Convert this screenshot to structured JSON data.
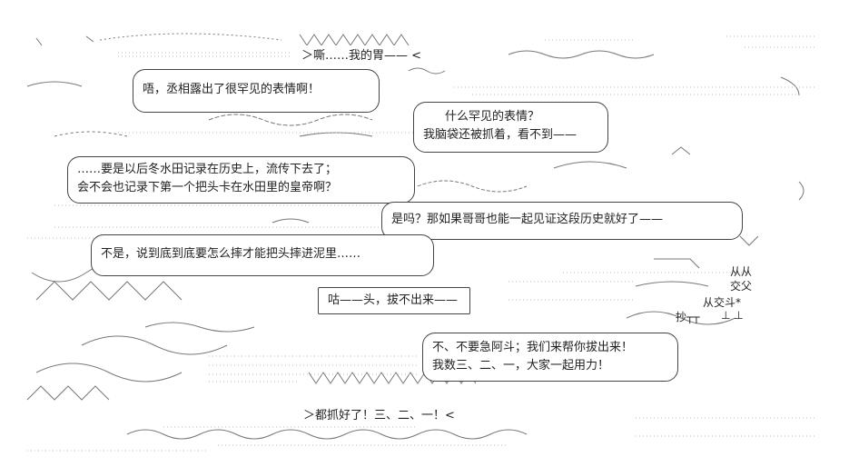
{
  "panels": [
    {
      "id": "stomach",
      "text": "＞嘶……我的胃——  <"
    },
    {
      "id": "bubble-1",
      "lines": [
        "唔，丞相露出了很罕见的表情啊！"
      ]
    },
    {
      "id": "bubble-2",
      "lines": [
        "什么罕见的表情？",
        "我脑袋还被抓着，看不到——"
      ]
    },
    {
      "id": "bubble-3",
      "lines": [
        "……要是以后冬水田记录在历史上，流传下去了；",
        "会不会也记录下第一个把头卡在水田里的皇帝啊？"
      ]
    },
    {
      "id": "bubble-4",
      "lines": [
        "是吗？那如果哥哥也能一起见证这段历史就好了——"
      ]
    },
    {
      "id": "bubble-5",
      "lines": [
        "不是，说到底到底要怎么摔才能把头摔进泥里……"
      ]
    },
    {
      "id": "bubble-6",
      "lines": [
        "咕——头，拔不出来——"
      ]
    },
    {
      "id": "bubble-7",
      "lines": [
        "不、不要急阿斗；我们来帮你拔出来！",
        "我数三、二、一，大家一起用力！"
      ]
    },
    {
      "id": "shout-bottom",
      "text": "＞都抓好了！三、二、一！<"
    }
  ],
  "sfx": {
    "right_side": "从从",
    "right_side_2": "交父",
    "right_side_3": "从交斗*",
    "right_side_4": "抄┬┬",
    "right_side_5": "⊥ ⊥"
  }
}
